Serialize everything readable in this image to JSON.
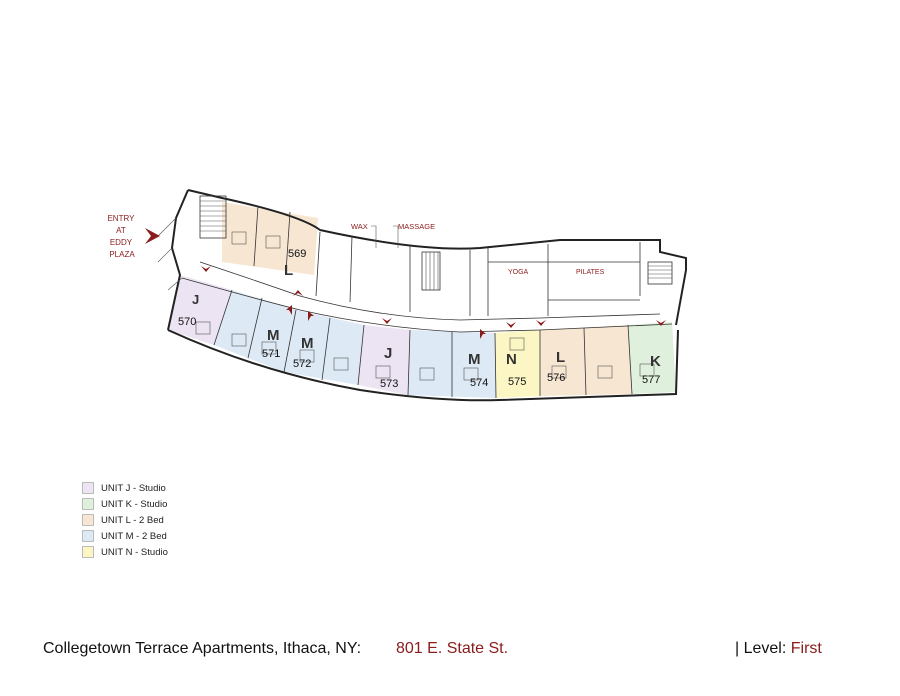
{
  "plan": {
    "entry_label": [
      "ENTRY",
      "AT",
      "EDDY",
      "PLAZA"
    ],
    "rooms": {
      "wax": "WAX",
      "massage": "MASSAGE",
      "yoga": "YOGA",
      "pilates": "PILATES"
    },
    "units": [
      {
        "letter": "J",
        "number": "570",
        "type": "J"
      },
      {
        "letter": "M",
        "number": "571",
        "type": "M"
      },
      {
        "letter": "M",
        "number": "572",
        "type": "M"
      },
      {
        "letter": "J",
        "number": "573",
        "type": "J"
      },
      {
        "letter": "M",
        "number": "574",
        "type": "M"
      },
      {
        "letter": "N",
        "number": "575",
        "type": "N"
      },
      {
        "letter": "L",
        "number": "576",
        "type": "L"
      },
      {
        "letter": "K",
        "number": "577",
        "type": "K"
      },
      {
        "letter": "L",
        "number": "569",
        "type": "L"
      }
    ]
  },
  "legend": [
    {
      "label": "UNIT J - Studio",
      "color": "#ece4f2"
    },
    {
      "label": "UNIT K - Studio",
      "color": "#dff0dc"
    },
    {
      "label": "UNIT L - 2 Bed",
      "color": "#f7e6d2"
    },
    {
      "label": "UNIT M - 2 Bed",
      "color": "#dde9f5"
    },
    {
      "label": "UNIT N - Studio",
      "color": "#fbf6c4"
    }
  ],
  "footer": {
    "project": "Collegetown Terrace Apartments,  Ithaca, NY:",
    "address": "801 E. State St.",
    "level_prefix": "|  Level: ",
    "level": "First"
  },
  "colors": {
    "accent": "#8a1c1c",
    "unit_J": "#ece4f2",
    "unit_K": "#dff0dc",
    "unit_L": "#f7e6d2",
    "unit_M": "#dde9f5",
    "unit_N": "#fbf6c4"
  }
}
